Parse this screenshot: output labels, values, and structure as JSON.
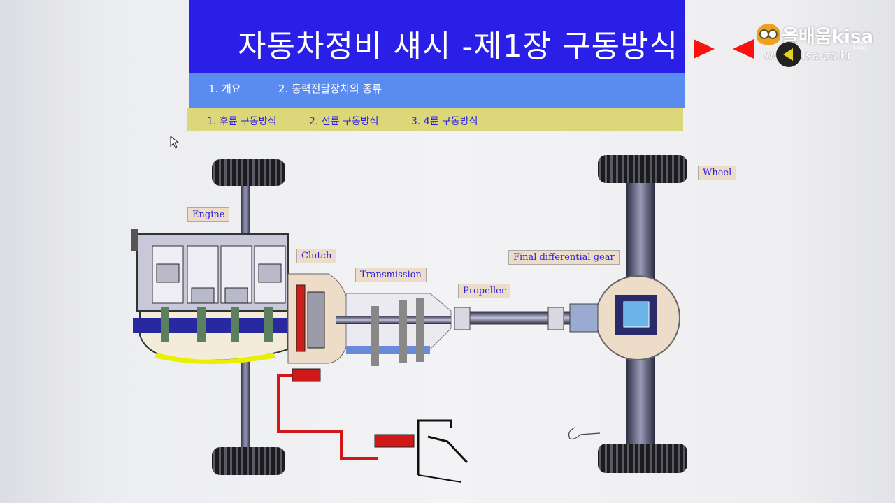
{
  "slide": {
    "title": "자동차정비 섀시 -제1장 구동방식",
    "menu": [
      "1. 개요",
      "2. 동력전달장치의 종류"
    ],
    "submenu": [
      "1. 후륜 구동방식",
      "2. 전륜 구동방식",
      "3. 4륜 구동방식"
    ]
  },
  "nav": {
    "next_icon": "triangle-right",
    "prev_icon": "triangle-left"
  },
  "logo": {
    "brand": "올배움kisa",
    "since": "since 1992",
    "url": "www.kisa.co.kr"
  },
  "diagram": {
    "labels": {
      "engine": "Engine",
      "clutch": "Clutch",
      "transmission": "Transmission",
      "propeller": "Propeller",
      "final_gear": "Final differential gear",
      "wheel": "Wheel"
    }
  },
  "colors": {
    "title_bg": "#2a1fe6",
    "menu_bg": "#5a8cf0",
    "submenu_bg": "#dcd779",
    "arrow": "#ff1010"
  }
}
